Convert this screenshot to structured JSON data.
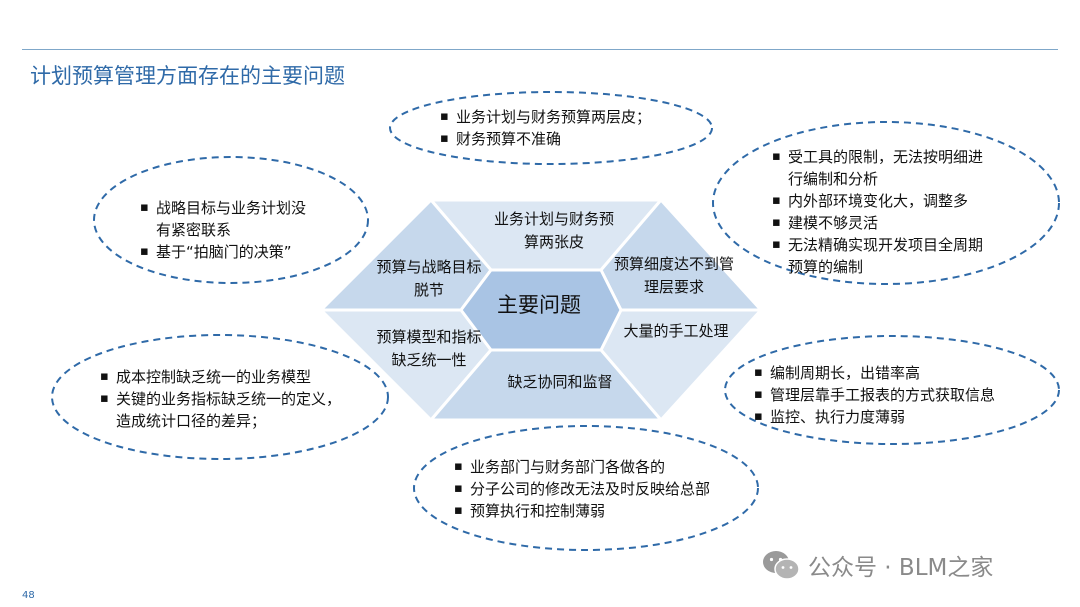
{
  "title": "计划预算管理方面存在的主要问题",
  "page_number": "48",
  "center": "主要问题",
  "segments": {
    "top": "业务计划与财务预算两张皮",
    "upper_left": "预算与战略目标脱节",
    "upper_right": "预算细度达不到管理层要求",
    "lower_left": "预算模型和指标缺乏统一性",
    "lower_right": "大量的手工处理",
    "bottom": "缺乏协同和监督"
  },
  "callouts": {
    "top": [
      "业务计划与财务预算两层皮；",
      "财务预算不准确"
    ],
    "left_upper": [
      "战略目标与业务计划没\n有紧密联系",
      "基于“拍脑门的决策”"
    ],
    "right_upper": [
      "受工具的限制，无法按明细进\n行编制和分析",
      "内外部环境变化大，调整多",
      "建模不够灵活",
      "无法精确实现开发项目全周期\n预算的编制"
    ],
    "left_lower": [
      "成本控制缺乏统一的业务模型",
      "关键的业务指标缺乏统一的定义，\n造成统计口径的差异；"
    ],
    "right_lower": [
      "编制周期长，出错率高",
      "管理层靠手工报表的方式获取信息",
      "监控、执行力度薄弱"
    ],
    "bottom": [
      "业务部门与财务部门各做各的",
      "分子公司的修改无法及时反映给总部",
      "预算执行和控制薄弱"
    ]
  },
  "watermark": "公众号 · BLM之家",
  "colors": {
    "title": "#2f6aa8",
    "segment_light": "#dce7f3",
    "segment_mid": "#c6d8ec",
    "center": "#a9c4e4",
    "dash": "#2f6aa8"
  }
}
